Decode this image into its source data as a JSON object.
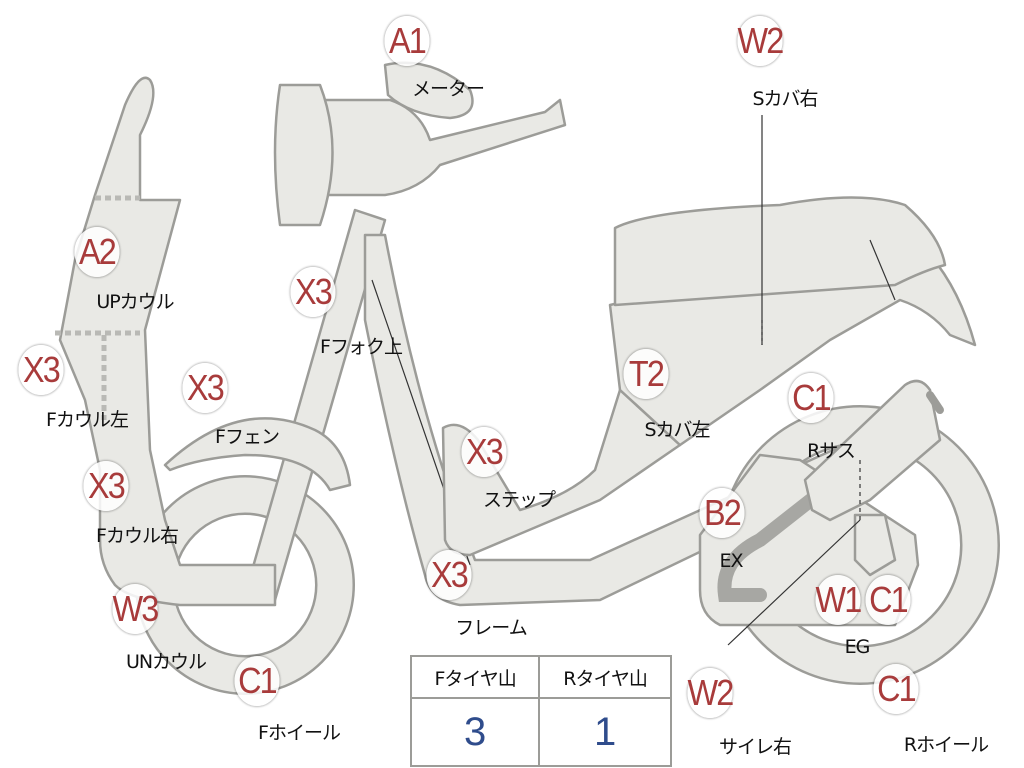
{
  "badges": {
    "a1_meter": "A1",
    "w2_scover_right": "W2",
    "a2_upcowl": "A2",
    "x3_ffork_upper": "X3",
    "x3_fcowl_left": "X3",
    "x3_ffender": "X3",
    "t2_scover_left": "T2",
    "c1_rsus": "C1",
    "x3_fcowl_right": "X3",
    "x3_step": "X3",
    "b2_ex": "B2",
    "w3_uncowl": "W3",
    "x3_frame": "X3",
    "w1_eg": "W1",
    "c1_eg": "C1",
    "c1_fwheel": "C1",
    "w2_sairen_right": "W2",
    "c1_rwheel": "C1"
  },
  "labels": {
    "meter": "メーター",
    "scover_right": "Sカバ右",
    "upcowl": "UPカウル",
    "ffork_upper": "Fフォク上",
    "fcowl_left": "Fカウル左",
    "ffender": "Fフェン",
    "scover_left": "Sカバ左",
    "rsus": "Rサス",
    "fcowl_right": "Fカウル右",
    "step": "ステップ",
    "ex": "EX",
    "uncowl": "UNカウル",
    "frame": "フレーム",
    "eg": "EG",
    "fwheel": "Fホイール",
    "sairen_right": "サイレ右",
    "rwheel": "Rホイール"
  },
  "tire_table": {
    "headers": [
      "Fタイヤ山",
      "Rタイヤ山"
    ],
    "values": [
      "3",
      "1"
    ]
  },
  "colors": {
    "part_fill": "#e9e9e5",
    "part_stroke": "#9c9c98",
    "badge_text": "#a83b3b",
    "table_value": "#2f4c8c"
  }
}
